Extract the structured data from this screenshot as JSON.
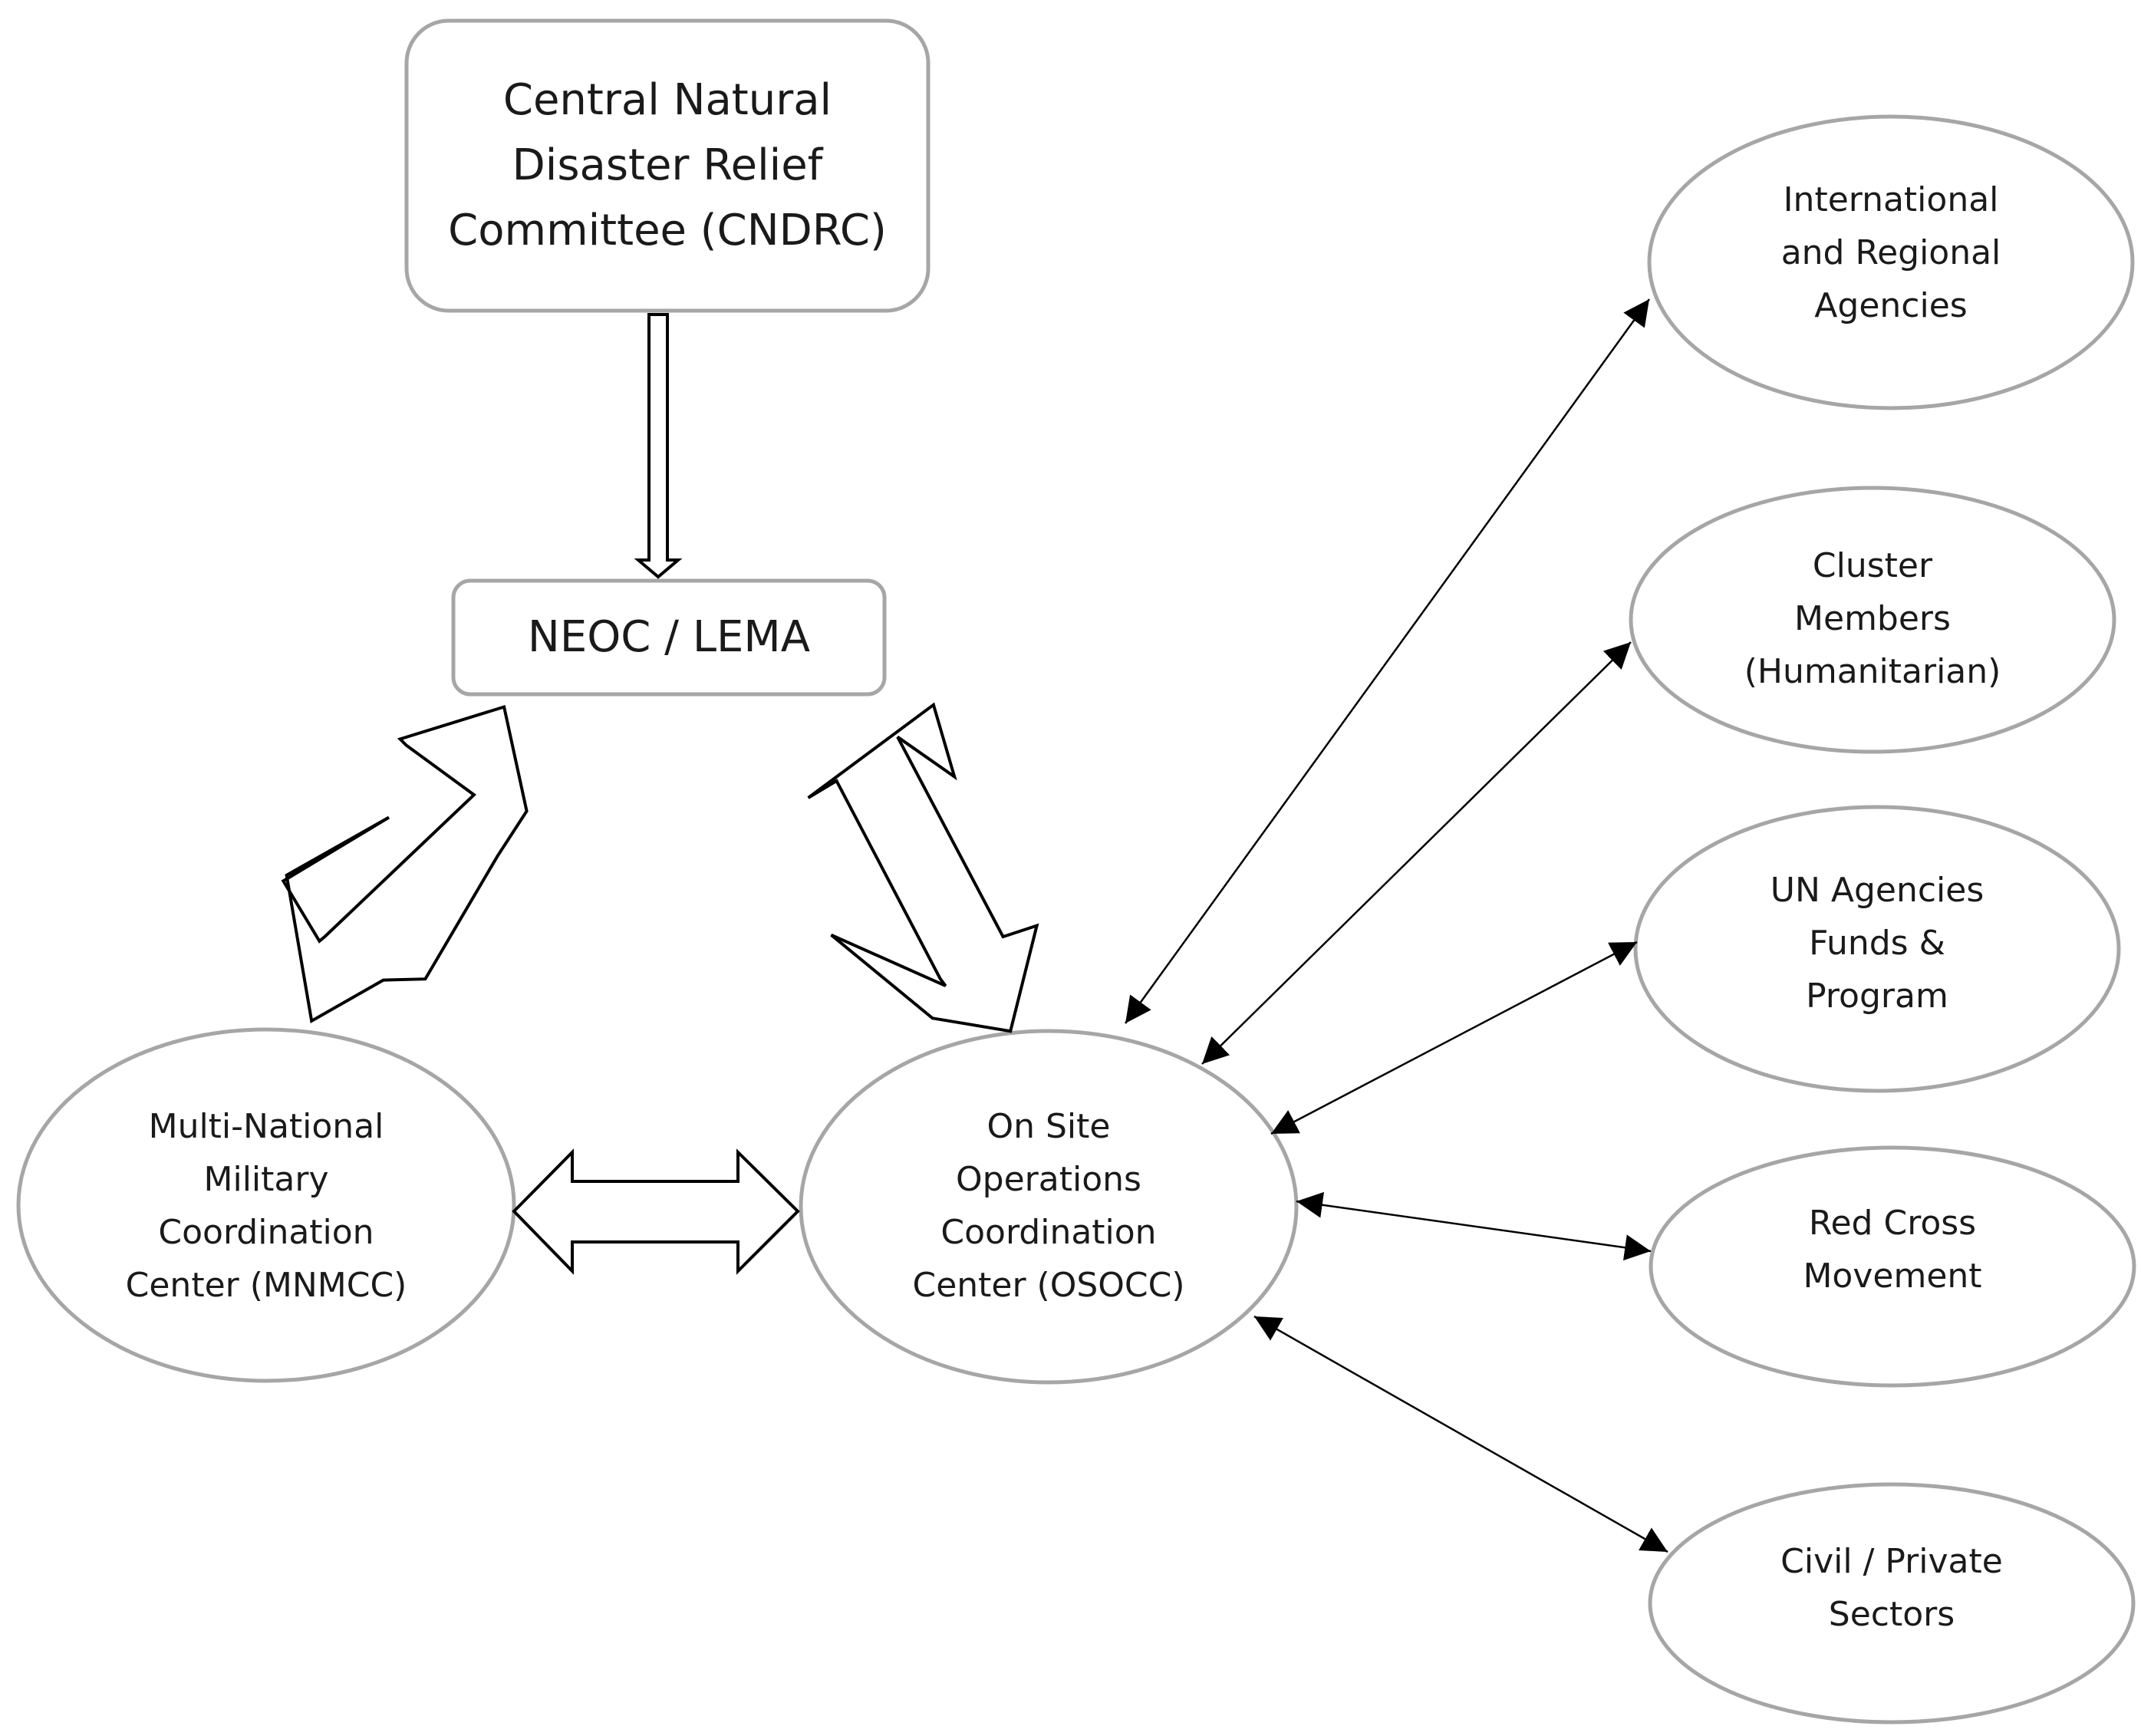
{
  "nodes": {
    "cndrc": {
      "lines": [
        "Central Natural",
        "Disaster Relief",
        "Committee (CNDRC)"
      ]
    },
    "neoc": {
      "lines": [
        "NEOC / LEMA"
      ]
    },
    "mnmcc": {
      "lines": [
        "Multi-National",
        "Military",
        "Coordination",
        "Center (MNMCC)"
      ]
    },
    "osocc": {
      "lines": [
        "On Site",
        "Operations",
        "Coordination",
        "Center (OSOCC)"
      ]
    },
    "intl": {
      "lines": [
        "International",
        "and Regional",
        "Agencies"
      ]
    },
    "cluster": {
      "lines": [
        "Cluster",
        "Members",
        "(Humanitarian)"
      ]
    },
    "un": {
      "lines": [
        "UN Agencies",
        "Funds &",
        "Program"
      ]
    },
    "redcross": {
      "lines": [
        "Red Cross",
        "Movement"
      ]
    },
    "civil": {
      "lines": [
        "Civil / Private",
        "Sectors"
      ]
    }
  },
  "colors": {
    "node_border": "#a6a6a6",
    "arrow_stroke": "#000000",
    "text": "#1a1a1a"
  }
}
